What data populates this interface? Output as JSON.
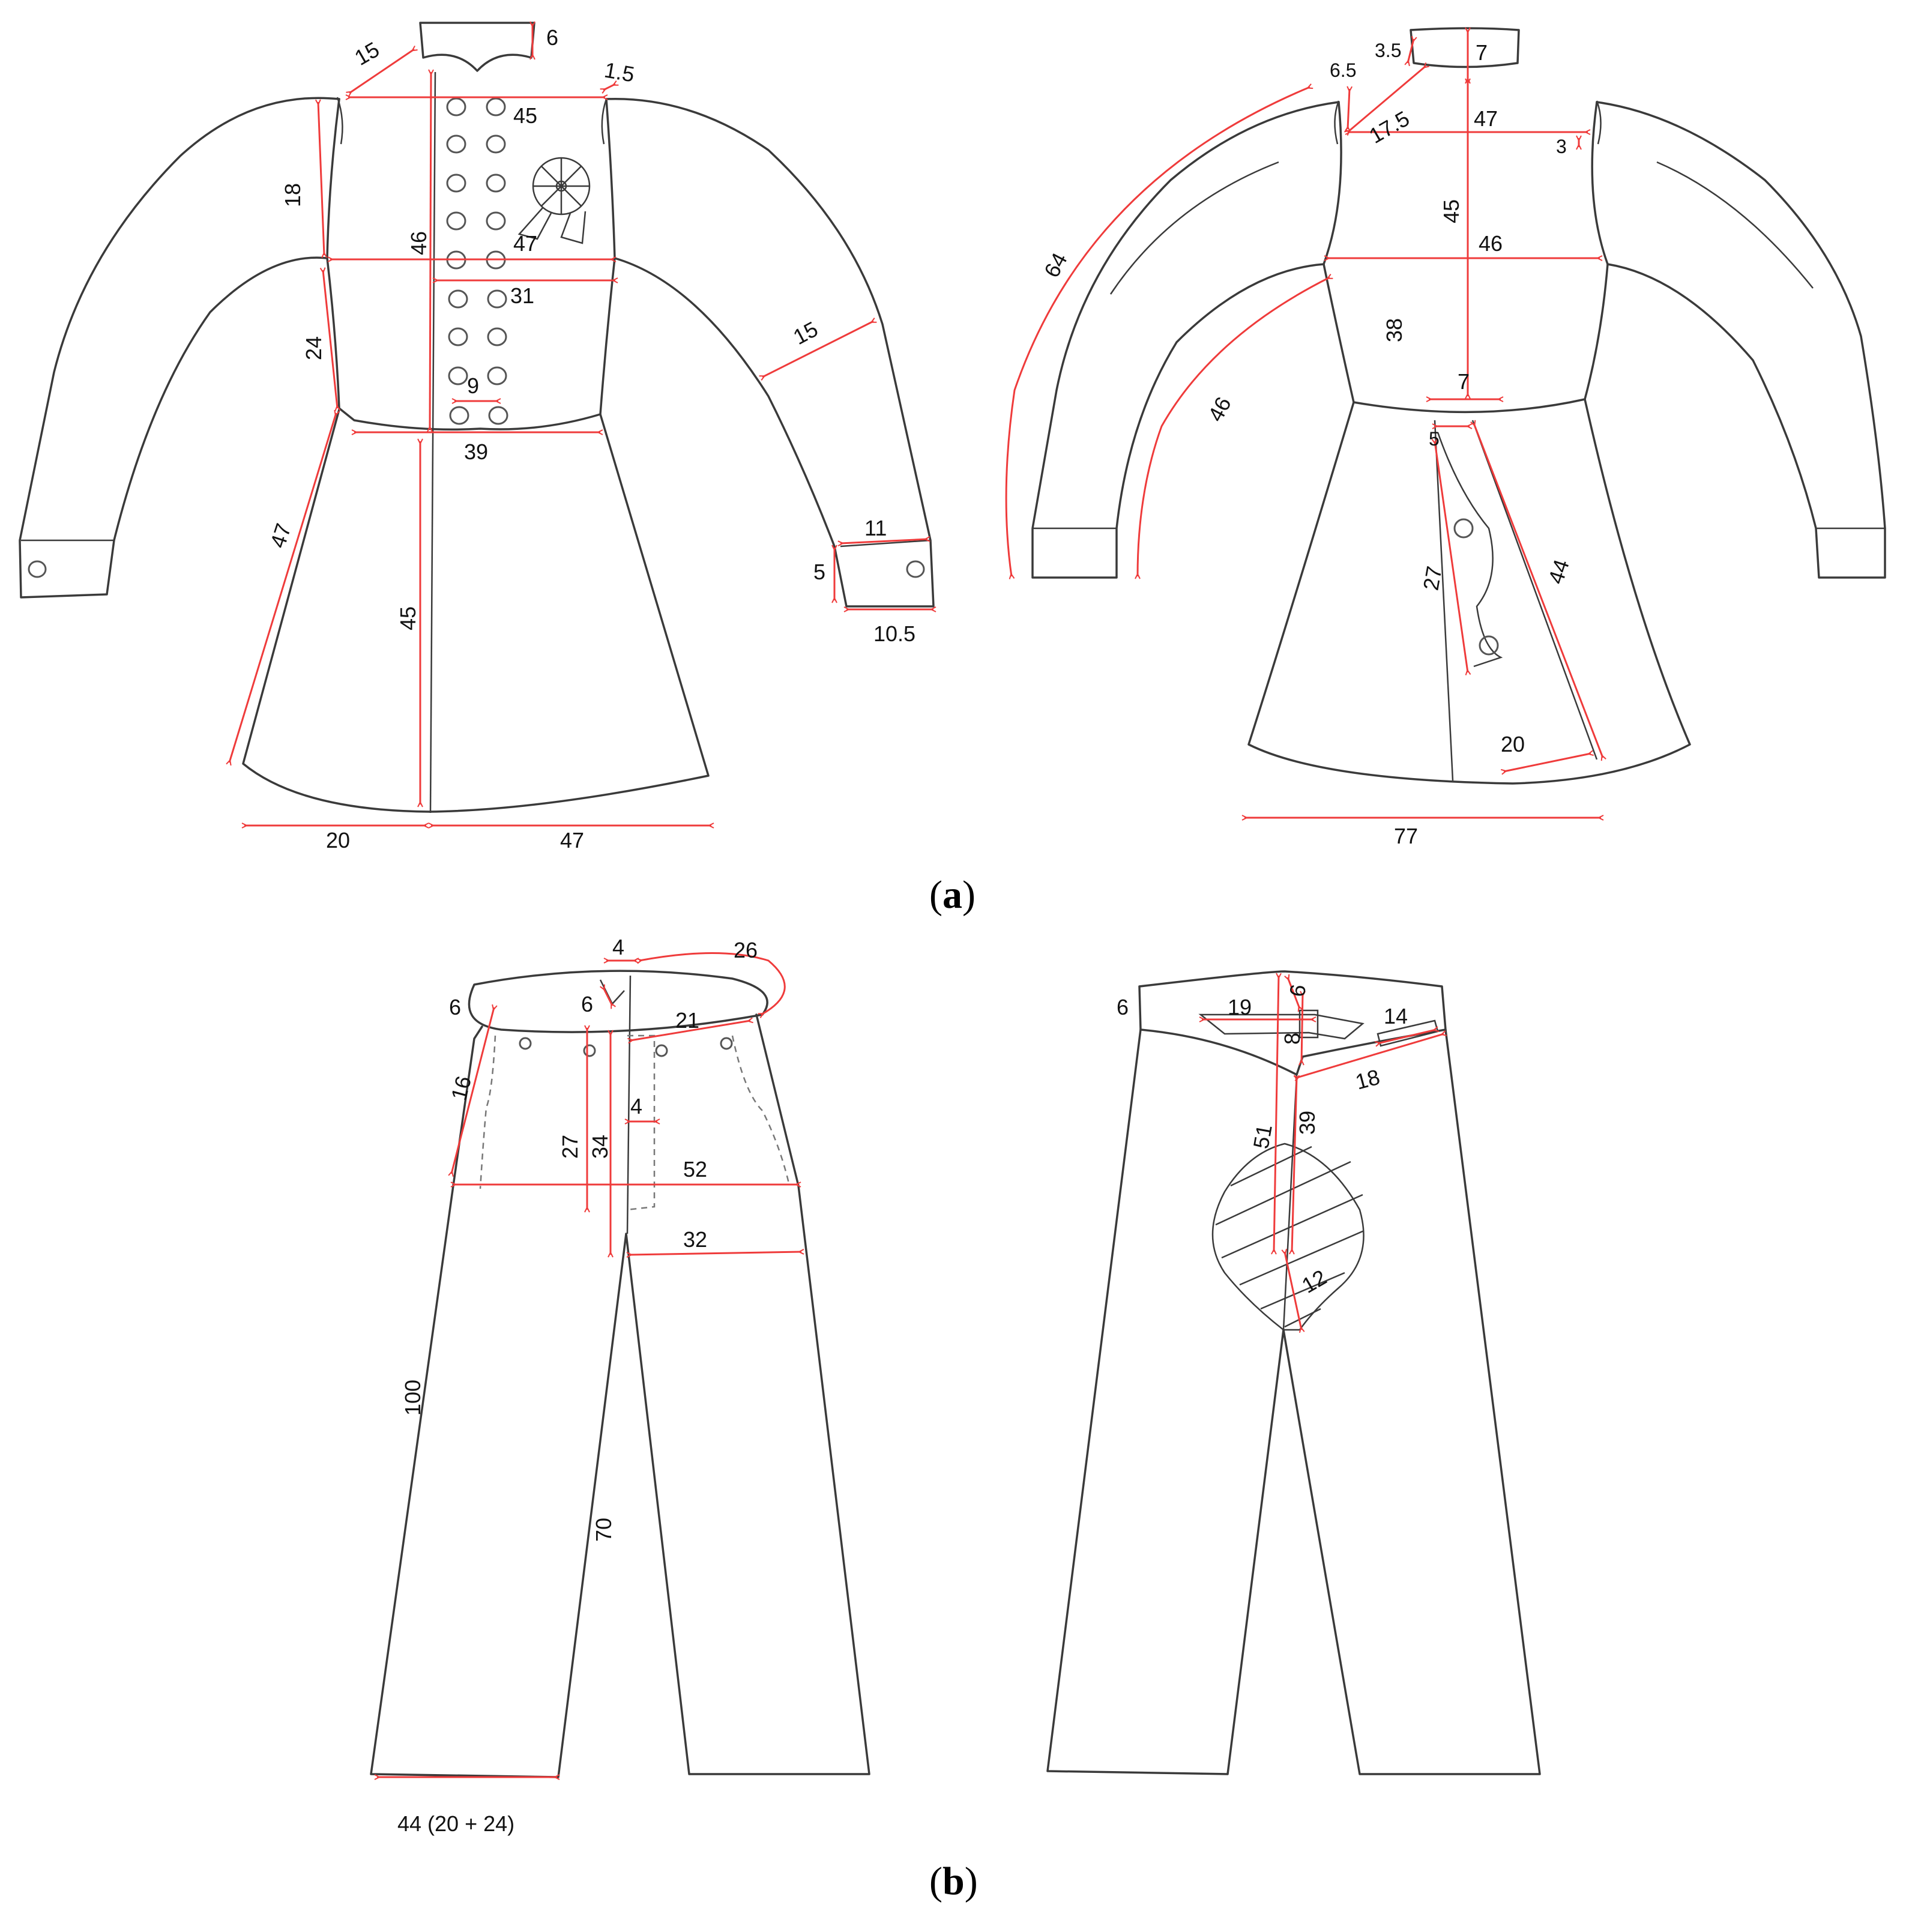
{
  "captions": {
    "a": "a",
    "b": "b"
  },
  "jacket_front": {
    "labels": [
      "15",
      "6",
      "1.5",
      "45",
      "18",
      "46",
      "47",
      "31",
      "24",
      "15",
      "9",
      "39",
      "47",
      "11",
      "5",
      "10.5",
      "45",
      "20",
      "47"
    ]
  },
  "jacket_back": {
    "labels": [
      "3.5",
      "7",
      "6.5",
      "17.5",
      "47",
      "3",
      "64",
      "45",
      "46",
      "38",
      "46",
      "7",
      "5",
      "27",
      "44",
      "20",
      "77"
    ]
  },
  "trousers_front": {
    "labels": [
      "4",
      "26",
      "6",
      "6",
      "21",
      "16",
      "27",
      "34",
      "4",
      "52",
      "32",
      "100",
      "70",
      "44 (20 + 24)"
    ]
  },
  "trousers_back": {
    "labels": [
      "6",
      "6",
      "19",
      "14",
      "8",
      "18",
      "51",
      "39",
      "12"
    ]
  }
}
